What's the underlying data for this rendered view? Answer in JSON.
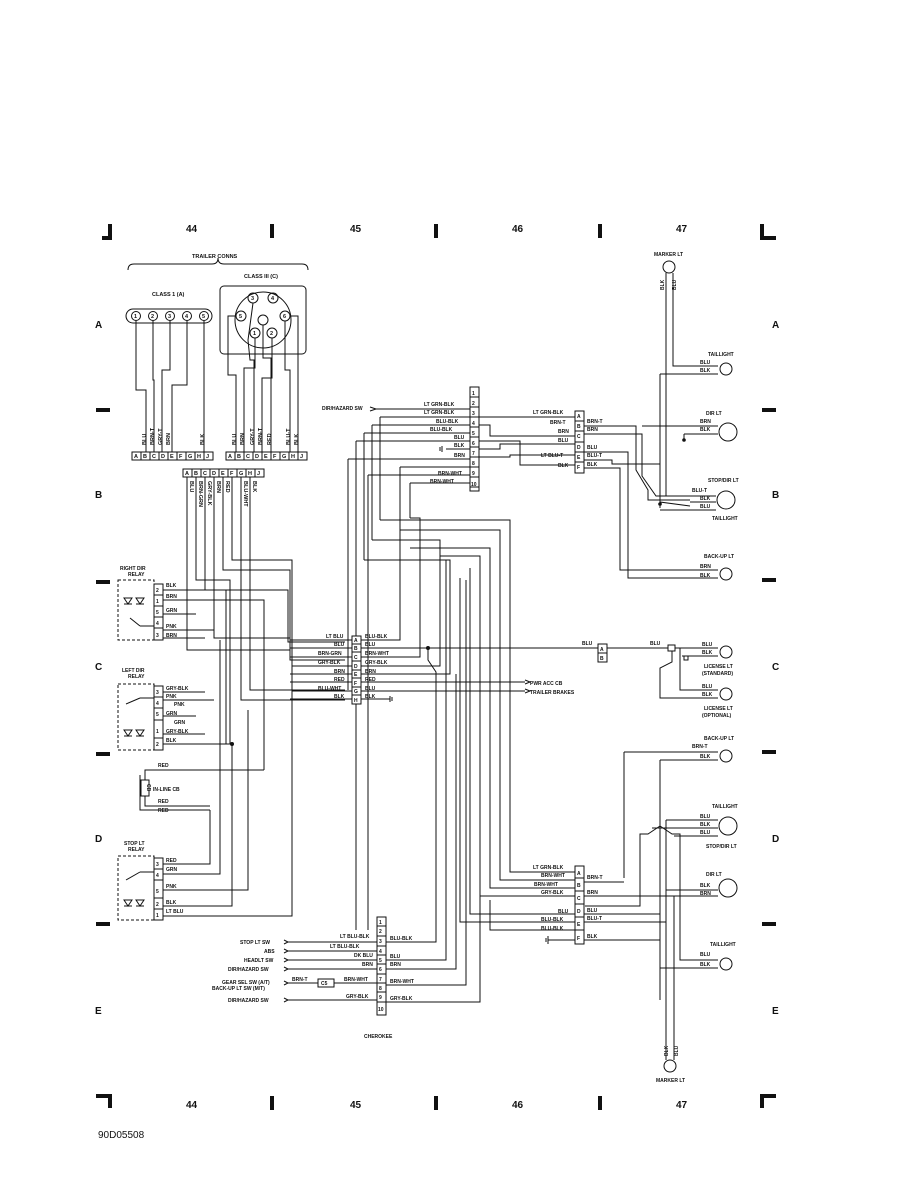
{
  "grid": {
    "columns": [
      "44",
      "45",
      "46",
      "47"
    ],
    "rows": [
      "A",
      "B",
      "C",
      "D",
      "E"
    ]
  },
  "trailer_conns": {
    "title": "TRAILER CONNS",
    "class1": {
      "label": "CLASS 1 (A)",
      "pins": [
        "1",
        "2",
        "3",
        "4",
        "5"
      ],
      "wires": [
        "BLU",
        "BRN-T",
        "GRY-T",
        "BRN",
        "BLK"
      ],
      "letters": [
        "A",
        "B",
        "C",
        "D",
        "E",
        "F",
        "G",
        "H",
        "J"
      ]
    },
    "class3": {
      "label": "CLASS III (C)",
      "pins": [
        "1",
        "2",
        "3",
        "4",
        "5",
        "6"
      ],
      "wires": [
        "BLU",
        "BRN",
        "GRY-T",
        "BRN-T",
        "RED",
        "BLU-T",
        "BLK"
      ],
      "letters": [
        "A",
        "B",
        "C",
        "D",
        "E",
        "F",
        "G",
        "H",
        "J"
      ]
    }
  },
  "lower_conn": {
    "letters": [
      "A",
      "B",
      "C",
      "D",
      "E",
      "F",
      "G",
      "H",
      "J"
    ],
    "wires": [
      "BLU",
      "BRN-GRN",
      "GRY-BLK",
      "BRN",
      "RED",
      "BLU-WHT",
      "BLK"
    ]
  },
  "dir_hazard_top": {
    "label": "DIR/HAZARD SW",
    "pins": [
      "1",
      "2",
      "3",
      "4",
      "5",
      "6",
      "7",
      "8",
      "9",
      "10"
    ],
    "wires": [
      "LT GRN-BLK",
      "LT GRN-BLK",
      "BLU-BLK",
      "BLU-BLK",
      "BLU",
      "BLK",
      "BRN",
      "BRN-WHT",
      "BRN-WHT"
    ]
  },
  "rear_conn_top": {
    "pins": [
      "A",
      "B",
      "C",
      "D",
      "E",
      "F"
    ],
    "left_wires": [
      "LT GRN-BLK",
      "BRN-T",
      "BRN",
      "BLU",
      "LT BLU-T",
      "BLK"
    ],
    "right_wires": [
      "BRN-T",
      "BRN",
      "BLU",
      "BLU-T",
      "BLK"
    ]
  },
  "right_lamps": {
    "marker_top": "MARKER LT",
    "marker_top_wires": [
      "BLK",
      "BLU"
    ],
    "taillight": "TAILLIGHT",
    "dir_lt": "DIR LT",
    "stop_dir_lt": "STOP/DIR LT",
    "taillight2": "TAILLIGHT",
    "backup_lt": "BACK-UP LT",
    "wires": {
      "blu": "BLU",
      "blk": "BLK",
      "brn": "BRN",
      "blu_t": "BLU-T"
    }
  },
  "relays": {
    "right_dir": {
      "label": "RIGHT DIR\nRELAY",
      "label_l1": "RIGHT DIR",
      "label_l2": "RELAY",
      "pins": [
        "2",
        "1",
        "5",
        "4",
        "3"
      ],
      "wires": [
        "BLK",
        "BRN",
        "GRN",
        "PNK",
        "BRN"
      ]
    },
    "left_dir": {
      "label_l1": "LEFT DIR",
      "label_l2": "RELAY",
      "pins": [
        "3",
        "4",
        "5",
        "1",
        "2"
      ],
      "wires": [
        "GRY-BLK",
        "PNK",
        "PNK",
        "GRN",
        "GRN",
        "GRY-BLK",
        "BLK"
      ]
    },
    "stop_lt": {
      "label_l1": "STOP LT",
      "label_l2": "RELAY",
      "pins": [
        "3",
        "4",
        "5",
        "2",
        "1"
      ],
      "wires": [
        "RED",
        "GRN",
        "PNK",
        "BLK",
        "LT BLU"
      ]
    }
  },
  "inline_cb": {
    "label": "IN-LINE CB",
    "cb": "CB",
    "wires": [
      "RED",
      "RED",
      "RED"
    ]
  },
  "center_conn": {
    "pins": [
      "A",
      "B",
      "C",
      "D",
      "E",
      "F",
      "G",
      "H"
    ],
    "left_wires": [
      "LT BLU",
      "BLU",
      "BRN-GRN",
      "GRY-BLK",
      "BRN",
      "RED",
      "BLU-WHT",
      "BLK"
    ],
    "right_wires": [
      "BLU-BLK",
      "BLU",
      "BRN-WHT",
      "GRY-BLK",
      "BRN",
      "RED",
      "BLU",
      "BLK"
    ],
    "pwr_acc_cb": "PWR ACC CB",
    "trailer_brakes": "TRAILER BRAKES"
  },
  "license": {
    "pins": [
      "A",
      "B"
    ],
    "wire_in": "BLU",
    "wire_mid": "BLU",
    "standard": [
      "LICENSE LT",
      "(STANDARD)"
    ],
    "optional": [
      "LICENSE LT",
      "(OPTIONAL)"
    ],
    "wires": [
      "BLU",
      "BLK",
      "BLU",
      "BLK"
    ]
  },
  "lower_right": {
    "backup_lt": "BACK-UP LT",
    "backup_wires": [
      "BRN-T",
      "BLK"
    ],
    "taillight": "TAILLIGHT",
    "taillight_wires": [
      "BLU",
      "BLK",
      "BLU"
    ],
    "stop_dir_lt": "STOP/DIR LT",
    "dir_lt": "DIR LT",
    "dir_wires": [
      "BLK",
      "BRN"
    ],
    "taillight2": "TAILLIGHT",
    "taillight2_wires": [
      "BLU",
      "BLK"
    ],
    "marker_bottom": "MARKER LT",
    "marker_wires": [
      "BLK",
      "BLU"
    ]
  },
  "rear_conn_bottom": {
    "pins": [
      "A",
      "B",
      "C",
      "D",
      "E",
      "F"
    ],
    "left_wires": [
      "LT GRN-BLK",
      "BRN-WHT",
      "BRN-WHT",
      "GRY-BLK",
      "BLU",
      "BLU-BLK",
      "BLU-BLK"
    ],
    "right_wires": [
      "BRN-T",
      "BRN",
      "BLU",
      "BLU-T",
      "BLK"
    ]
  },
  "bottom_conn": {
    "pins": [
      "1",
      "2",
      "3",
      "4",
      "5",
      "6",
      "7",
      "8",
      "9",
      "10"
    ],
    "sources": [
      "STOP LT SW",
      "ABS",
      "HEADLT SW",
      "DIR/HAZARD SW",
      "GEAR SEL SW (A/T)",
      "BACK-UP LT SW (M/T)",
      "DIR/HAZARD SW"
    ],
    "left_wires": [
      "LT BLU-BLK",
      "LT BLU-BLK",
      "DK BLU",
      "BRN",
      "BRN-T",
      "BRN-WHT",
      "GRY-BLK"
    ],
    "right_wires": [
      "BLU-BLK",
      "BLU",
      "BRN",
      "BRN-WHT",
      "GRY-BLK"
    ],
    "c5": "C5",
    "model": "CHEROKEE"
  },
  "figure_id": "90D05508"
}
